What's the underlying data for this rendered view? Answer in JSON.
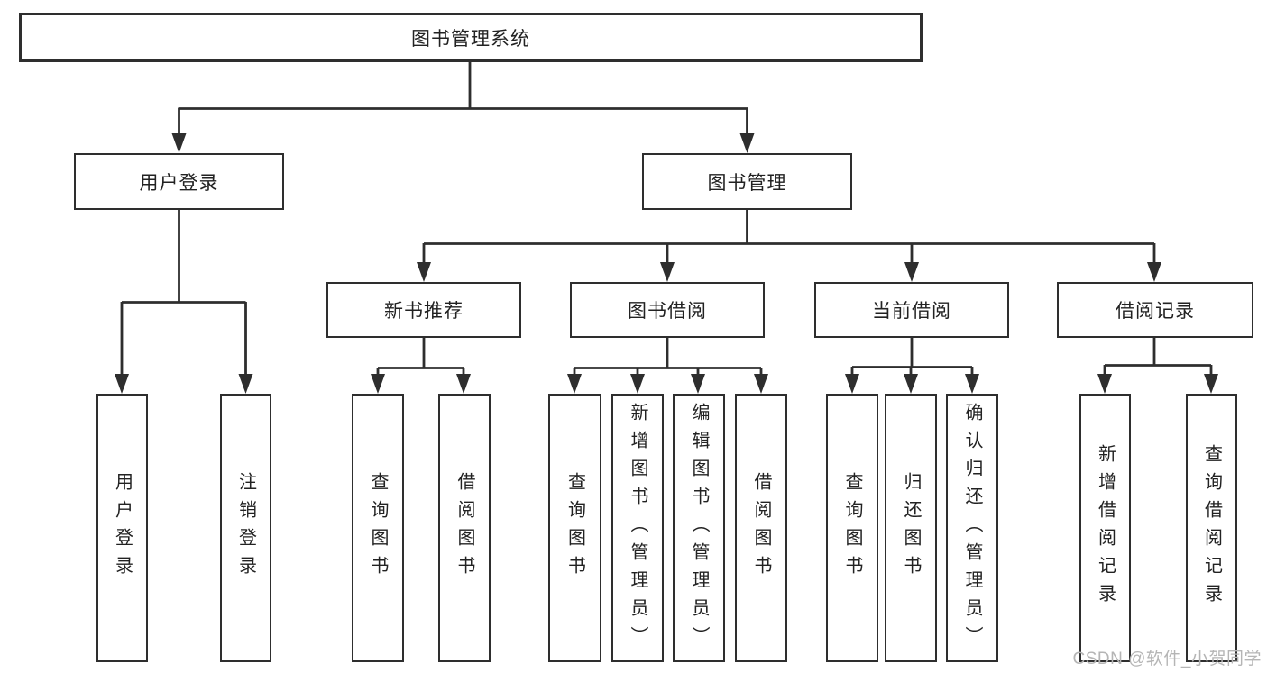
{
  "tree": {
    "root": "图书管理系统",
    "branches": [
      {
        "label": "用户登录",
        "children": [
          "用户登录",
          "注销登录"
        ]
      },
      {
        "label": "图书管理",
        "subbranches": [
          {
            "label": "新书推荐",
            "children": [
              "查询图书",
              "借阅图书"
            ]
          },
          {
            "label": "图书借阅",
            "children": [
              "查询图书",
              "新增图书（管理员）",
              "编辑图书（管理员）",
              "借阅图书"
            ]
          },
          {
            "label": "当前借阅",
            "children": [
              "查询图书",
              "归还图书",
              "确认归还（管理员）"
            ]
          },
          {
            "label": "借阅记录",
            "children": [
              "新增借阅记录",
              "查询借阅记录"
            ]
          }
        ]
      }
    ]
  },
  "colors": {
    "line": "#2e2e2e",
    "text": "#222222",
    "watermark": "#b5b5b5",
    "background": "#ffffff"
  },
  "watermark": "CSDN @软件_小贺同学"
}
